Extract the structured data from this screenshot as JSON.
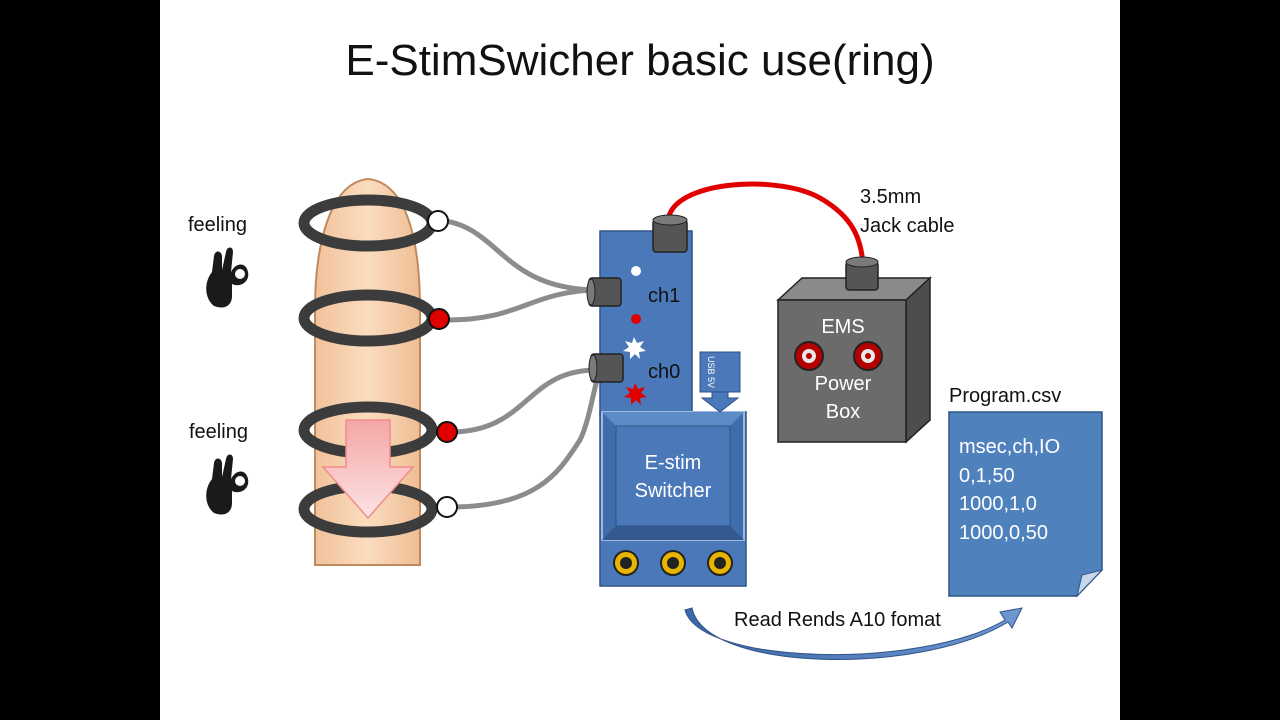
{
  "slide": {
    "title": "E-StimSwicher basic use(ring)",
    "feeling_top": "feeling",
    "feeling_bottom": "feeling",
    "channel_1": "ch1",
    "channel_0": "ch0",
    "jack_cable_line1": "3.5mm",
    "jack_cable_line2": "Jack cable",
    "ems_line1": "EMS",
    "ems_line2": "Power",
    "ems_line3": "Box",
    "switcher_line1": "E-stim",
    "switcher_line2": "Switcher",
    "usb_label": "USB 5V",
    "csv_filename": "Program.csv",
    "csv_lines": [
      "msec,ch,IO",
      "0,1,50",
      "1000,1,0",
      "1000,0,50"
    ],
    "read_label": "Read Rends A10 fomat"
  },
  "icons": [
    "ok-hand-icon",
    "ok-hand-icon",
    "down-arrow-icon",
    "curved-arrow-icon",
    "spark-icon"
  ],
  "colors": {
    "board_blue": "#4a78b8",
    "cable_red": "#e00000",
    "ems_gray": "#6b6b6b",
    "finger_skin": "#f6cfa8",
    "csv_blue": "#4f81bd"
  }
}
